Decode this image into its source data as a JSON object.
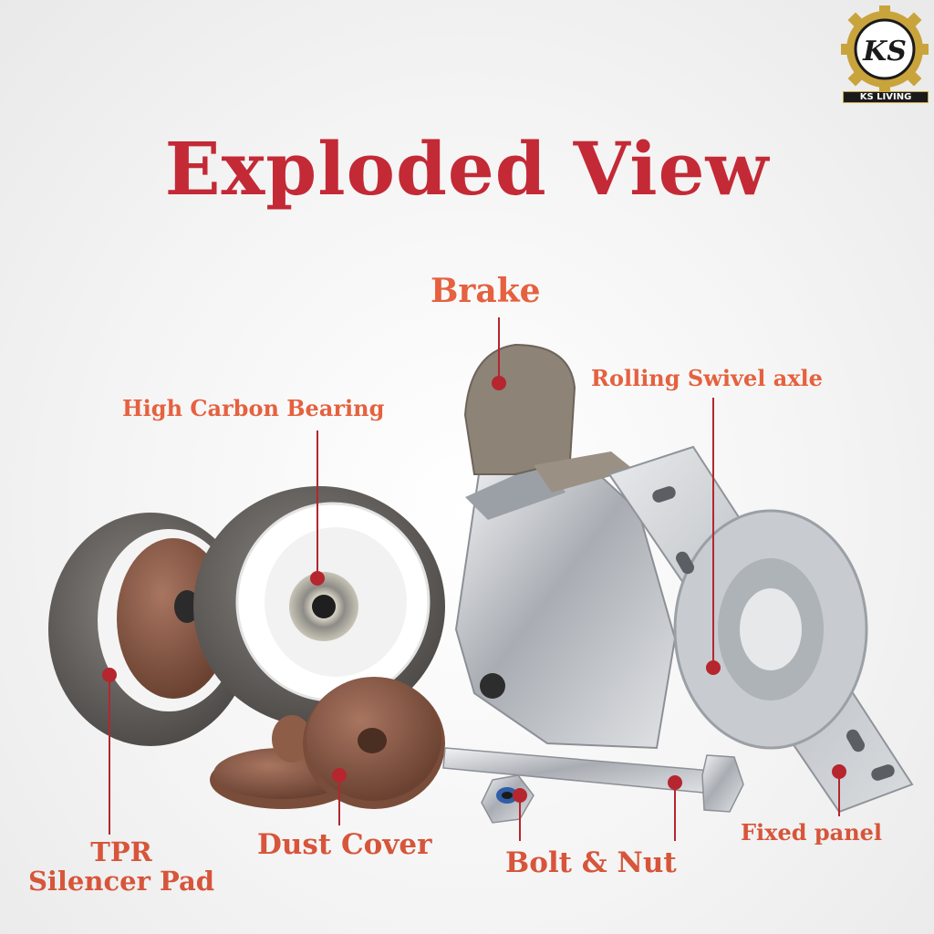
{
  "title": "Exploded View",
  "brand": {
    "monogram": "KS",
    "name": "KS LIVING"
  },
  "labels": {
    "brake": "Brake",
    "swivel": "Rolling Swivel axle",
    "bearing": "High Carbon Bearing",
    "tpr_line1": "TPR",
    "tpr_line2": "Silencer Pad",
    "dust": "Dust Cover",
    "bolt": "Bolt & Nut",
    "fixed": "Fixed panel"
  },
  "colors": {
    "title": "#c32a36",
    "label": "#e5613f",
    "leader": "#b5262e",
    "tire": "#6f6c68",
    "hub": "#ffffff",
    "cover": "#8a5a45",
    "metal": "#c9ccd0"
  }
}
